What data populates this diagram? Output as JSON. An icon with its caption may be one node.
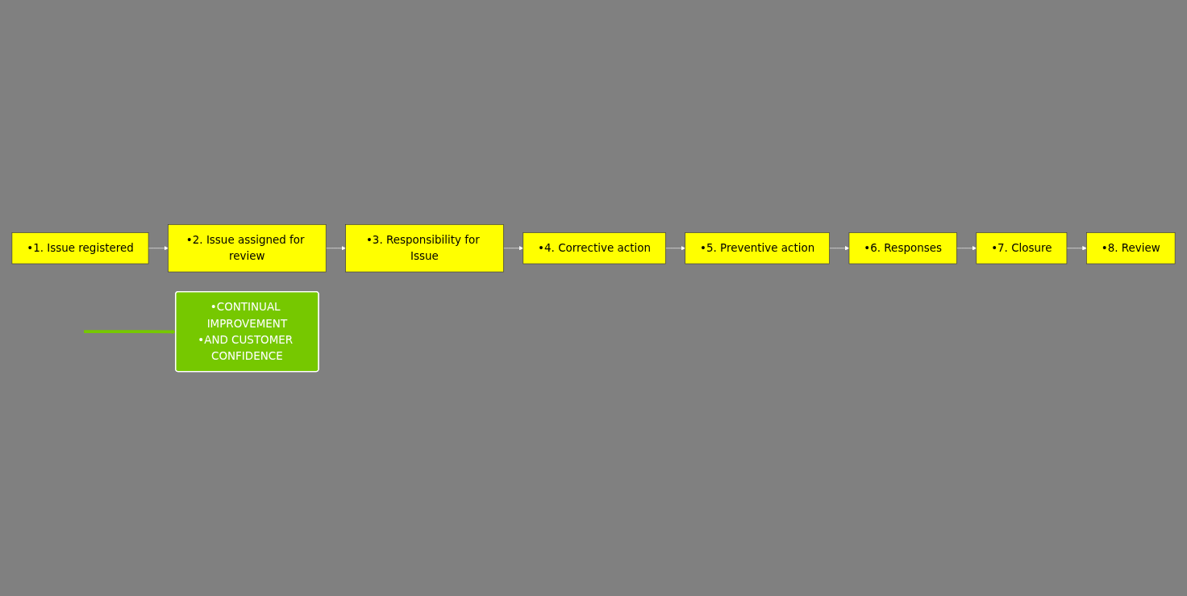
{
  "diagram": {
    "nodes": [
      {
        "text": [
          "•1. Issue registered"
        ]
      },
      {
        "text": [
          "•2. Issue assigned for review"
        ]
      },
      {
        "text": [
          "•3. Responsibility for Issue"
        ]
      },
      {
        "text": [
          "•4. Corrective action"
        ]
      },
      {
        "text": [
          "•5. Preventive action"
        ]
      },
      {
        "text": [
          "•6. Responses"
        ]
      },
      {
        "text": [
          "•7. Closure"
        ]
      },
      {
        "text": [
          "•8. Review"
        ]
      },
      {
        "text": [
          "•CONTINUAL IMPROVEMENT",
          "•AND CUSTOMER CONFIDENCE"
        ]
      }
    ],
    "edges": [
      {
        "from": 0,
        "to": 1,
        "arrow": "to"
      },
      {
        "from": 1,
        "to": 2,
        "arrow": "to"
      },
      {
        "from": 2,
        "to": 3,
        "arrow": "to"
      },
      {
        "from": 3,
        "to": 4,
        "arrow": "to"
      },
      {
        "from": 4,
        "to": 5,
        "arrow": "to"
      },
      {
        "from": 5,
        "to": 6,
        "arrow": "to"
      },
      {
        "from": 6,
        "to": 7,
        "arrow": "to"
      },
      {
        "from": null,
        "to": 8,
        "arrow": "to",
        "style": "thick",
        "color": "#76c800"
      }
    ]
  }
}
